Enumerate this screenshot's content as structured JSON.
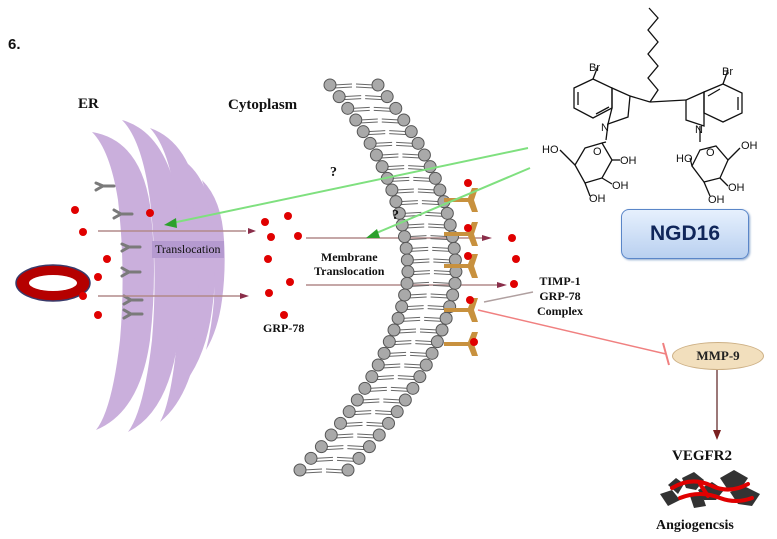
{
  "figure_number": "6.",
  "labels": {
    "er": "ER",
    "cytoplasm": "Cytoplasm",
    "question_1": "?",
    "question_2": "?",
    "translocation": "Translocation",
    "membrane_line1": "Membrane",
    "membrane_line2": "Translocation",
    "grp78": "GRP-78",
    "complex_line1": "TIMP-1",
    "complex_line2": "GRP-78",
    "complex_line3": "Complex",
    "ngd16": "NGD16",
    "mmp9": "MMP-9",
    "vegfr2": "VEGFR2",
    "angiogenesis": "Angiogencsis"
  },
  "structure_labels": {
    "br_left": "Br",
    "br_right": "Br",
    "n_left": "N",
    "n_right": "N",
    "ho_left": "HO",
    "oh_left_1": "OH",
    "oh_left_2": "OH",
    "oh_left_3": "OH",
    "ho_right": "HO",
    "oh_right_1": "OH",
    "oh_right_2": "OH",
    "oh_right_3": "OH",
    "o_left": "O",
    "o_right": "O"
  },
  "colors": {
    "er_membrane": "#c5a7d9",
    "grp78_dot": "#e00000",
    "inhibitor_arrow": "#7fe07f",
    "inhibition_line": "#f08080",
    "mitochondrion_outer": "#c00000",
    "receptor": "#c8913e",
    "ngd16_box": "#c9dbf5"
  }
}
